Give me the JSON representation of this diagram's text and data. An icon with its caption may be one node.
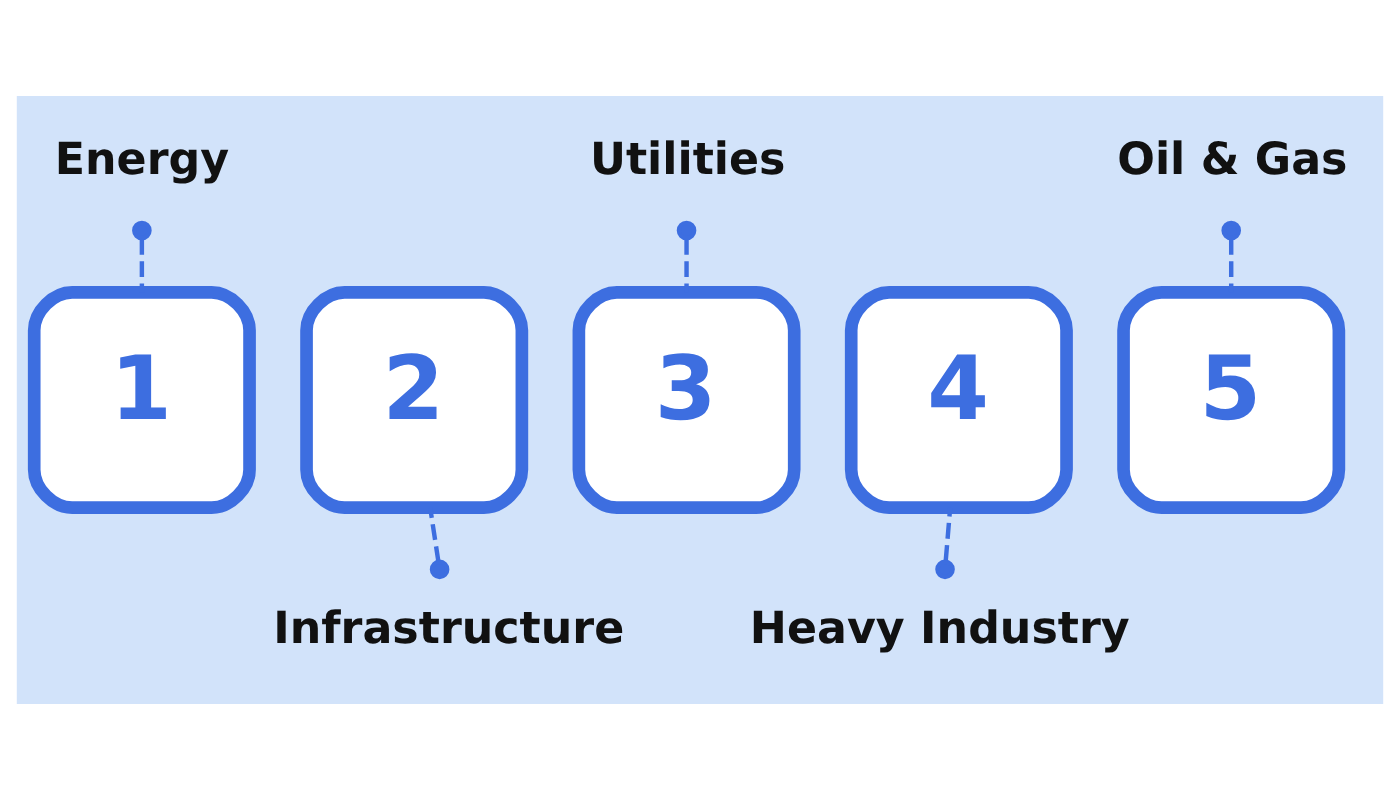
{
  "diagram": {
    "nodes": [
      {
        "text": [
          "Energy"
        ]
      },
      {
        "text": [
          "Utilities"
        ]
      },
      {
        "text": [
          "Oil & Gas"
        ]
      },
      {
        "text": [
          "1"
        ]
      },
      {
        "text": [
          "2"
        ]
      },
      {
        "text": [
          "3"
        ]
      },
      {
        "text": [
          "4"
        ]
      },
      {
        "text": [
          "5"
        ]
      },
      {
        "text": [
          "Infrastructure"
        ]
      },
      {
        "text": [
          "Heavy Industry"
        ]
      }
    ],
    "edges": [
      {
        "from": 0,
        "to": 3,
        "arrow": "other",
        "style": "dashed"
      },
      {
        "from": 8,
        "to": 4,
        "arrow": "other",
        "style": "dashed"
      },
      {
        "from": 1,
        "to": 5,
        "arrow": "other",
        "style": "dashed"
      },
      {
        "from": 9,
        "to": 6,
        "arrow": "other",
        "style": "dashed"
      },
      {
        "from": 2,
        "to": 7,
        "arrow": "other",
        "style": "dashed"
      }
    ]
  }
}
